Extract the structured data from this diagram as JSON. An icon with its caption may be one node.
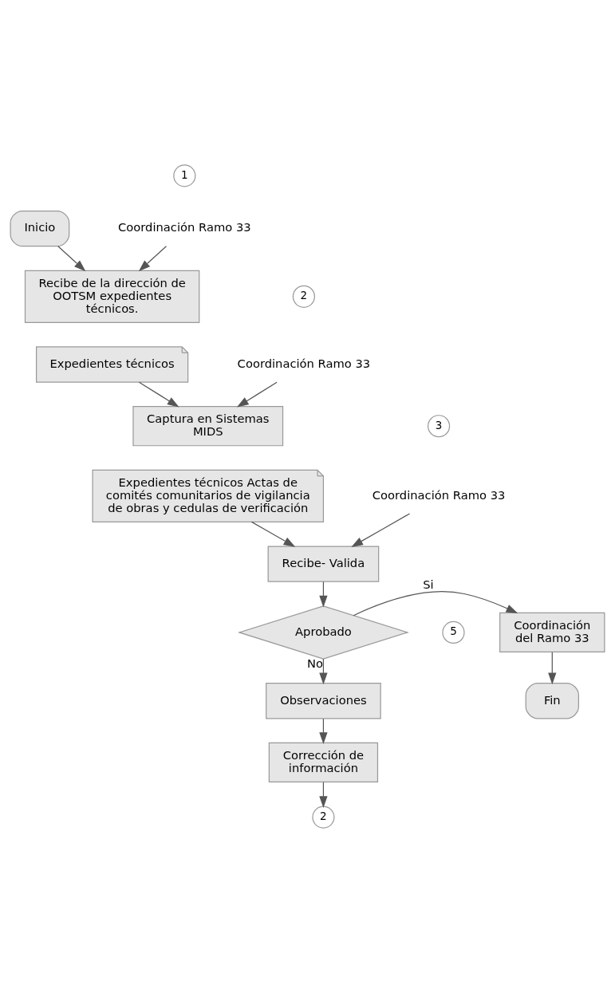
{
  "diagram": {
    "nodes": [
      {
        "text": [
          "Inicio"
        ]
      },
      {
        "text": [
          "1"
        ]
      },
      {
        "text": [
          "Coordinación Ramo 33"
        ]
      },
      {
        "text": [
          "Recibe de la dirección de OOTSM expedientes técnicos."
        ]
      },
      {
        "text": [
          "Expedientes técnicos"
        ]
      },
      {
        "text": [
          "2"
        ]
      },
      {
        "text": [
          "Coordinación Ramo 33"
        ]
      },
      {
        "text": [
          "Captura en Sistemas MIDS"
        ]
      },
      {
        "text": [
          "Expedientes técnicos Actas de comités comunitarios de vigilancia de obras y cedulas de verificación"
        ]
      },
      {
        "text": [
          "3"
        ]
      },
      {
        "text": [
          "Coordinación Ramo 33"
        ]
      },
      {
        "text": [
          "Recibe- Valida"
        ]
      },
      {
        "text": [
          "Aprobado"
        ]
      },
      {
        "text": [
          "5"
        ]
      },
      {
        "text": [
          "Coordinación del Ramo 33"
        ]
      },
      {
        "text": [
          "Fin"
        ]
      },
      {
        "text": [
          "Observaciones"
        ]
      },
      {
        "text": [
          "Corrección de información"
        ]
      },
      {
        "text": [
          "2"
        ]
      }
    ],
    "edges": [
      {
        "from": 0,
        "to": 3,
        "arrow": "to"
      },
      {
        "from": 2,
        "to": 3,
        "arrow": "to"
      },
      {
        "from": 4,
        "to": 7,
        "arrow": "to"
      },
      {
        "from": 6,
        "to": 7,
        "arrow": "to"
      },
      {
        "from": 8,
        "to": 11,
        "arrow": "to"
      },
      {
        "from": 10,
        "to": 11,
        "arrow": "to"
      },
      {
        "from": 11,
        "to": 12,
        "arrow": "to"
      },
      {
        "from": 12,
        "to": 14,
        "arrow": "to",
        "label": "Si"
      },
      {
        "from": 14,
        "to": 15,
        "arrow": "to"
      },
      {
        "from": 12,
        "to": 16,
        "arrow": "to",
        "label": "No"
      },
      {
        "from": 16,
        "to": 17,
        "arrow": "to"
      },
      {
        "from": 17,
        "to": 18,
        "arrow": "to"
      }
    ]
  }
}
